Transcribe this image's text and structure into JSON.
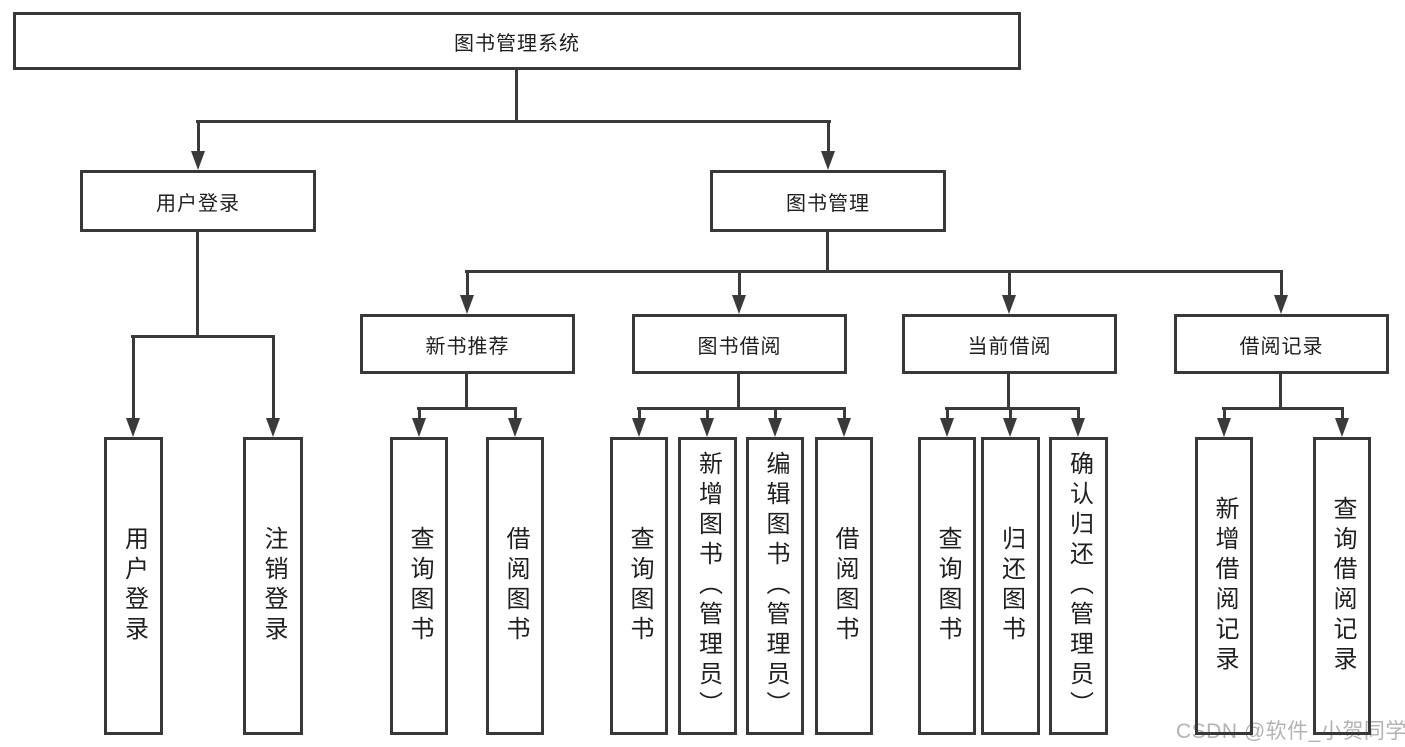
{
  "diagram": {
    "title": "图书管理系统",
    "nodes": [
      {
        "id": "root",
        "label": "图书管理系统",
        "parent": null
      },
      {
        "id": "user-login",
        "label": "用户登录",
        "parent": "root"
      },
      {
        "id": "book-mgmt",
        "label": "图书管理",
        "parent": "root"
      },
      {
        "id": "user-login-leaf",
        "label": "用户登录",
        "parent": "user-login"
      },
      {
        "id": "logout-leaf",
        "label": "注销登录",
        "parent": "user-login"
      },
      {
        "id": "new-book-rec",
        "label": "新书推荐",
        "parent": "book-mgmt"
      },
      {
        "id": "book-borrow",
        "label": "图书借阅",
        "parent": "book-mgmt"
      },
      {
        "id": "current-borrow",
        "label": "当前借阅",
        "parent": "book-mgmt"
      },
      {
        "id": "borrow-records",
        "label": "借阅记录",
        "parent": "book-mgmt"
      },
      {
        "id": "rec-query-books",
        "label": "查询图书",
        "parent": "new-book-rec"
      },
      {
        "id": "rec-borrow-books",
        "label": "借阅图书",
        "parent": "new-book-rec"
      },
      {
        "id": "bb-query-books",
        "label": "查询图书",
        "parent": "book-borrow"
      },
      {
        "id": "bb-add-books",
        "label": "新增图书（管理员）",
        "parent": "book-borrow"
      },
      {
        "id": "bb-edit-books",
        "label": "编辑图书（管理员）",
        "parent": "book-borrow"
      },
      {
        "id": "bb-borrow-books",
        "label": "借阅图书",
        "parent": "book-borrow"
      },
      {
        "id": "cb-query-books",
        "label": "查询图书",
        "parent": "current-borrow"
      },
      {
        "id": "cb-return-books",
        "label": "归还图书",
        "parent": "current-borrow"
      },
      {
        "id": "cb-confirm-return",
        "label": "确认归还（管理员）",
        "parent": "current-borrow"
      },
      {
        "id": "br-add-record",
        "label": "新增借阅记录",
        "parent": "borrow-records"
      },
      {
        "id": "br-query-record",
        "label": "查询借阅记录",
        "parent": "borrow-records"
      }
    ]
  },
  "watermark": {
    "text": "CSDN @软件_小贺同学"
  },
  "colors": {
    "line": "#3a3a3a",
    "box_border": "#383838",
    "text": "#1f1f1f",
    "background": "#ffffff",
    "watermark": "#b3b3b3"
  }
}
